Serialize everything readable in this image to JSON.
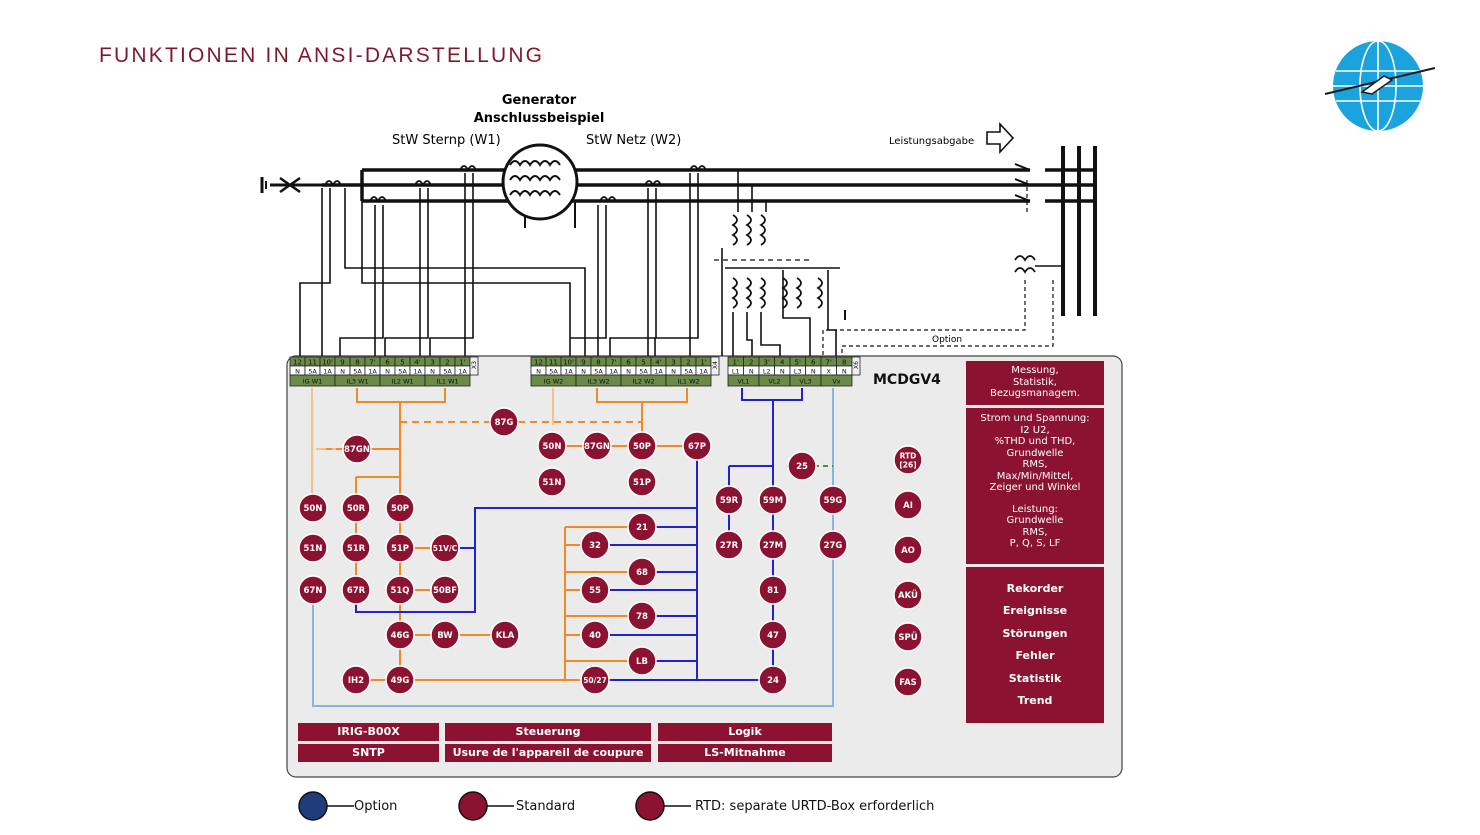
{
  "page": {
    "title": "FUNKTIONEN IN ANSI-DARSTELLUNG"
  },
  "diagram": {
    "heading_line1": "Generator",
    "heading_line2": "Anschlussbeispiel",
    "winding1": "StW Sternp (W1)",
    "winding2": "StW Netz (W2)",
    "power_output": "Leistungsabgabe",
    "option_label": "Option",
    "device_name": "MCDGV4"
  },
  "terminals": {
    "x3": {
      "tag": "X3",
      "numbers": [
        "12",
        "11",
        "10'",
        "9",
        "8",
        "7'",
        "6",
        "5",
        "4'",
        "3",
        "2",
        "1'"
      ],
      "codes": [
        "N",
        "5A",
        "1A",
        "N",
        "5A",
        "1A",
        "N",
        "5A",
        "1A",
        "N",
        "5A",
        "1A"
      ],
      "groups": [
        "IG W1",
        "IL3 W1",
        "IL2 W1",
        "IL1 W1"
      ]
    },
    "x4": {
      "tag": "X4",
      "numbers": [
        "12",
        "11",
        "10'",
        "9",
        "8",
        "7'",
        "6",
        "5",
        "4'",
        "3",
        "2",
        "1'"
      ],
      "codes": [
        "N",
        "5A",
        "1A",
        "N",
        "5A",
        "1A",
        "N",
        "5A",
        "1A",
        "N",
        "5A",
        "1A"
      ],
      "groups": [
        "IG W2",
        "IL3 W2",
        "IL2 W2",
        "IL1 W2"
      ]
    },
    "x6": {
      "tag": "X6",
      "numbers": [
        "1'",
        "2",
        "3'",
        "4",
        "5'",
        "6",
        "7'",
        "8"
      ],
      "codes": [
        "L1",
        "N",
        "L2",
        "N",
        "L3",
        "N",
        "X",
        "N"
      ],
      "groups": [
        "VL1",
        "VL2",
        "VL3",
        "Vx"
      ]
    }
  },
  "functions": [
    "87G",
    "87GN",
    "50N",
    "87GN",
    "50P",
    "67P",
    "51N",
    "51P",
    "25",
    "RTD\n[26]",
    "50N",
    "50R",
    "50P",
    "59R",
    "59M",
    "59G",
    "AI",
    "21",
    "51N",
    "51R",
    "51P",
    "51V/C",
    "32",
    "27R",
    "27M",
    "27G",
    "AO",
    "68",
    "67N",
    "67R",
    "51Q",
    "50BF",
    "55",
    "81",
    "AKÜ",
    "78",
    "46G",
    "BW",
    "KLA",
    "40",
    "47",
    "SPÜ",
    "LB",
    "IH2",
    "49G",
    "50/27",
    "24",
    "FAS"
  ],
  "panels": {
    "measurement": [
      "Messung,",
      "Statistik,",
      "Bezugsmanagem."
    ],
    "values_a": [
      "Strom und Spannung:",
      "I2 U2,",
      "%THD und THD,",
      "Grundwelle",
      "RMS,",
      "Max/Min/Mittel,",
      "Zeiger und Winkel"
    ],
    "values_b": [
      "Leistung:",
      "Grundwelle",
      "RMS,",
      "P, Q, S, LF"
    ],
    "records": [
      "Rekorder",
      "Ereignisse",
      "Störungen",
      "Fehler",
      "Statistik",
      "Trend"
    ]
  },
  "buttons": {
    "irig": "IRIG-B00X",
    "sntp": "SNTP",
    "steuerung": "Steuerung",
    "usure": "Usure de l'appareil de coupure",
    "logik": "Logik",
    "ls": "LS-Mitnahme"
  },
  "legend": {
    "option": "Option",
    "standard": "Standard",
    "rtd": "RTD: separate URTD-Box erforderlich"
  },
  "colors": {
    "accent": "#7f1a2e",
    "function_circle": "#8b1331",
    "option_circle": "#1f3d7a",
    "terminal_green": "#6b8a47",
    "line_orange": "#f08a24",
    "line_blue": "#2222cc",
    "line_lightblue": "#8ab4e0",
    "line_green": "#2ea02e",
    "line_peach": "#f5c08a"
  }
}
